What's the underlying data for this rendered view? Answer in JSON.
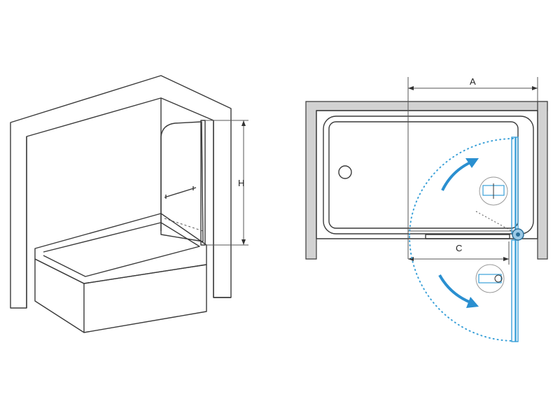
{
  "labels": {
    "height": "H",
    "width_a": "A",
    "width_c": "C"
  },
  "colors": {
    "line": "#3a3a3a",
    "wall": "#d2d2d2",
    "accent": "#3aa0d8",
    "arrow": "#2a8fd0"
  },
  "icons": {
    "hinge_detail_top": "hinge-detail-icon",
    "hinge_detail_bottom": "hinge-detail-icon",
    "hinge": "hinge-icon",
    "drain": "drain-icon"
  }
}
